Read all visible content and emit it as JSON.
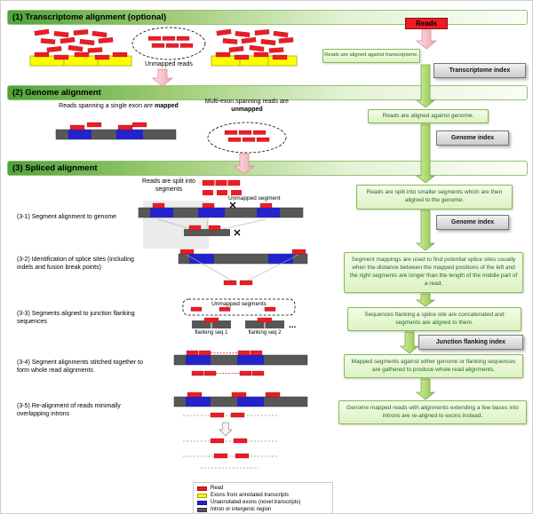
{
  "sections": {
    "s1": "(1) Transcriptome alignment (optional)",
    "s2": "(2) Genome alignment",
    "s3": "(3) Spliced alignment"
  },
  "flow": {
    "reads": "Reads",
    "step1": "Reads are aligned against transcriptome.",
    "index1": "Transcriptome index",
    "step2": "Reads are aligned against genome.",
    "index2": "Genome index",
    "step3": "Reads are split into smaller segments which are then aligned to the genome.",
    "index3": "Genome index",
    "step4": "Segment mappings are used to find potential splice sites usually when the distance between the mapped positions of the left and the right segments are longer than the length of the middle part of a read.",
    "step5": "Sequences flanking a splice site are concatenated and segments are aligned to them.",
    "index4": "Junction flanking index",
    "step6": "Mapped segments against either genome or flanking sequences are gathered to produce whole read alignments.",
    "step7": "Genome mapped reads with alignments extending a few bases into introns are re-aligned to exons instead."
  },
  "labels": {
    "unmapped_reads": "Unmapped reads",
    "mapped_pre": "Reads spanning a single exon are ",
    "mapped_bold": "mapped",
    "unmapped_pre": "Multi-exon spanning reads are ",
    "unmapped_bold": "unmapped",
    "split_reads": "Reads are split into segments",
    "unmapped_segment": "Unmapped segment",
    "unmapped_segments": "Unmapped segments",
    "flanking_seq_1": "flanking seq 1",
    "flanking_seq_2": "flanking seq 2",
    "ellipsis": "...",
    "step31": "(3-1) Segment alignment to genome",
    "step32": "(3-2) Identification of splice sites (including indels and fusion break points)",
    "step33": "(3-3) Segments aligned to junction flanking sequences",
    "step34": "(3-4) Segment alignments stitched together to form whole read alignments",
    "step35": "(3-5) Re-alignment of reads minimally overlapping introns"
  },
  "legend": {
    "read": "Read",
    "annotated_exons": "Exons from annotated transcripts",
    "unannotated_exons": "Unannotated exons (novel transcripts)",
    "intron": "Intron or intergenic region"
  },
  "colors": {
    "read_red": "#ed1c24",
    "annotated_exon_yellow": "#ffff00",
    "novel_exon_blue": "#2323cb",
    "intron_gray": "#575757",
    "flow_box_green": "#ddf2c3",
    "header_green": "#4fa33b",
    "index_gray": "#cbcbcb"
  }
}
